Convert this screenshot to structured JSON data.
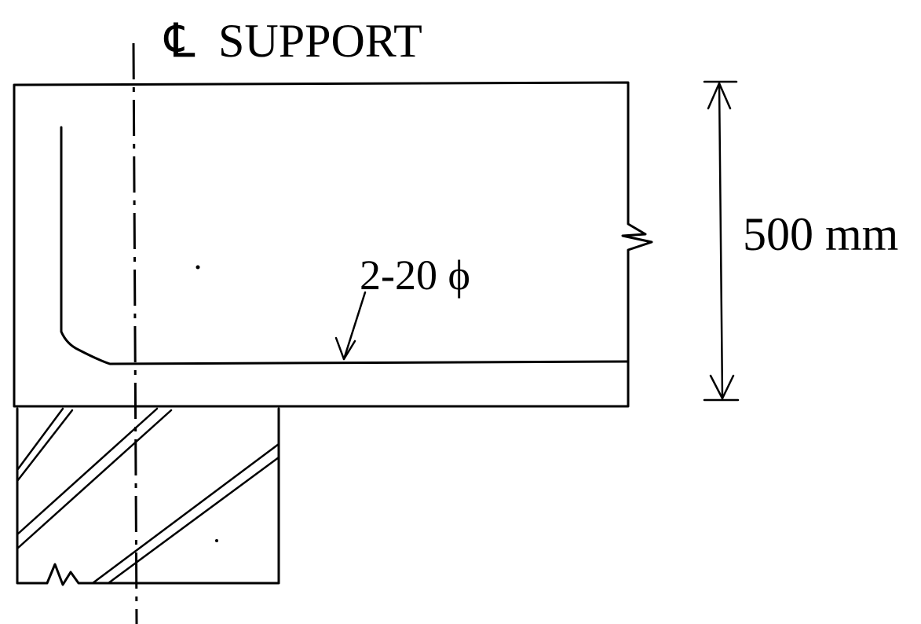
{
  "diagram": {
    "centerline_label": {
      "symbol": "℄",
      "text": "SUPPORT"
    },
    "rebar_label": "2-20 ϕ",
    "depth_dimension": "500 mm"
  }
}
